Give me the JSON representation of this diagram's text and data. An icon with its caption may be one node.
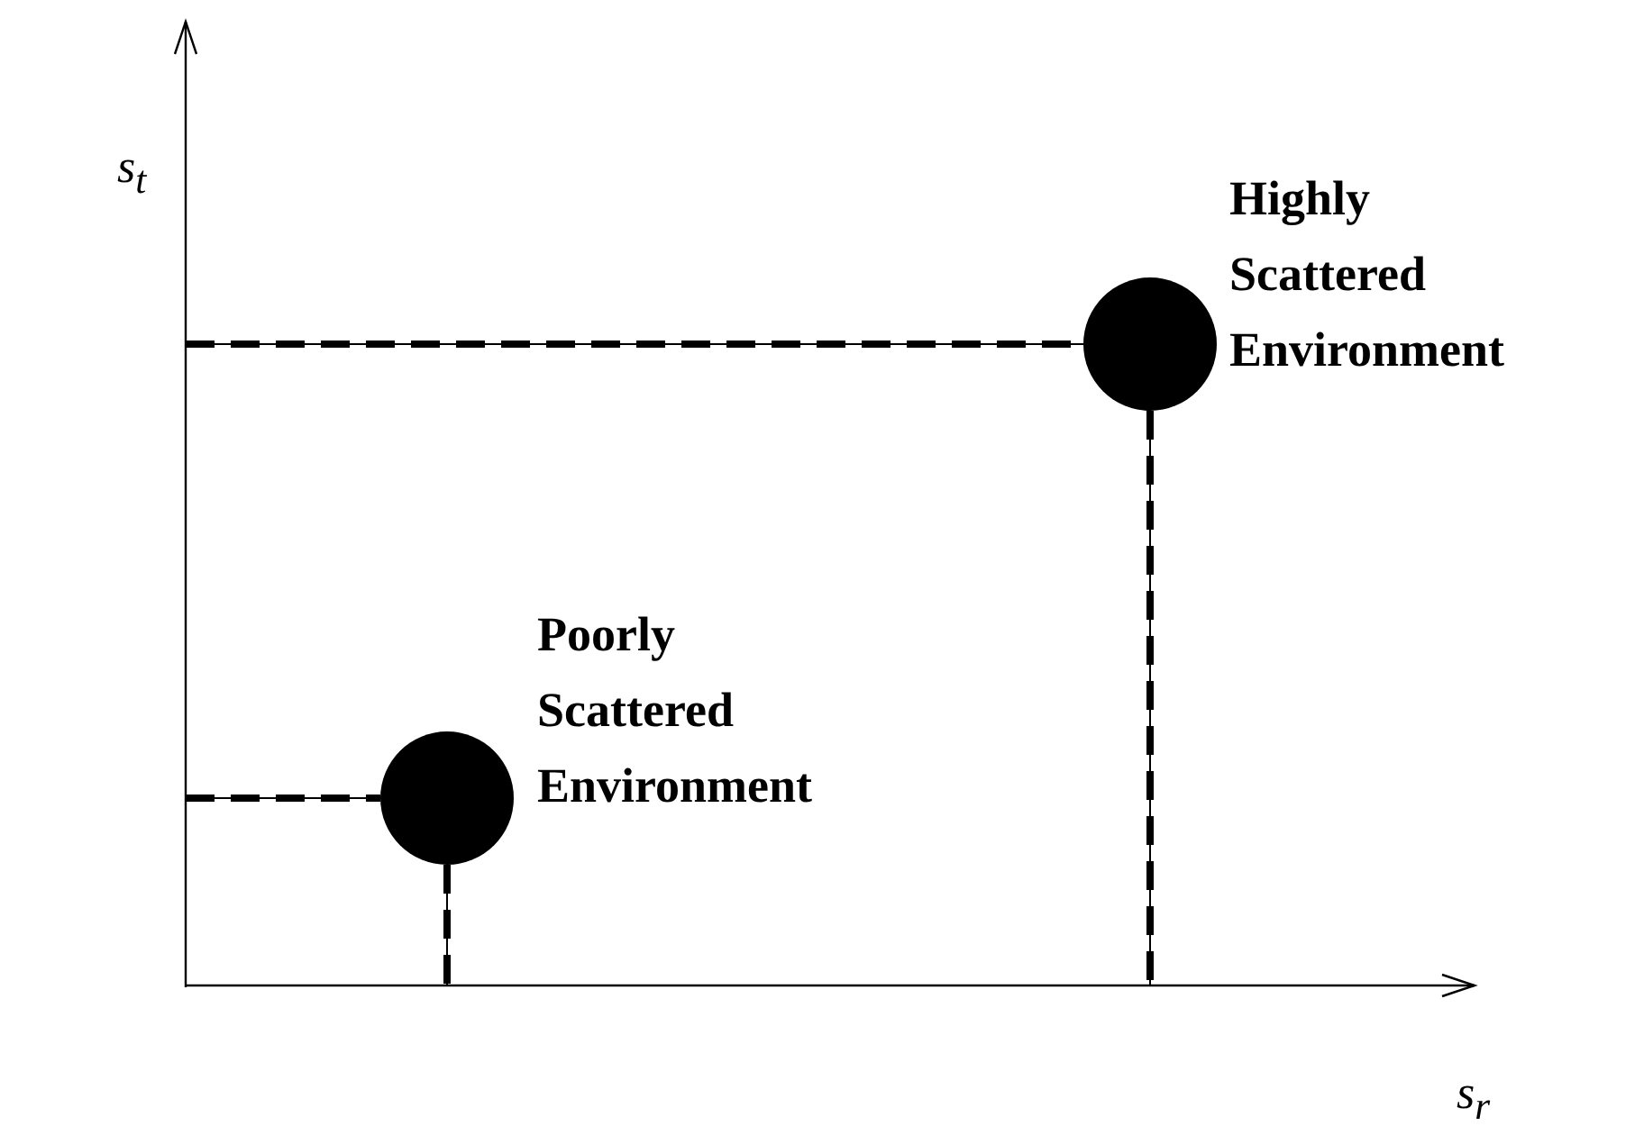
{
  "diagram": {
    "nodes": [
      {
        "text": [],
        "shape": "circle",
        "beside": [
          "Highly Scattered Environment"
        ]
      },
      {
        "text": [],
        "shape": "circle",
        "beside": [
          "Poorly Scattered Environment"
        ]
      }
    ],
    "labels": [
      "s$_{t}$",
      "s$_{r}$"
    ]
  }
}
